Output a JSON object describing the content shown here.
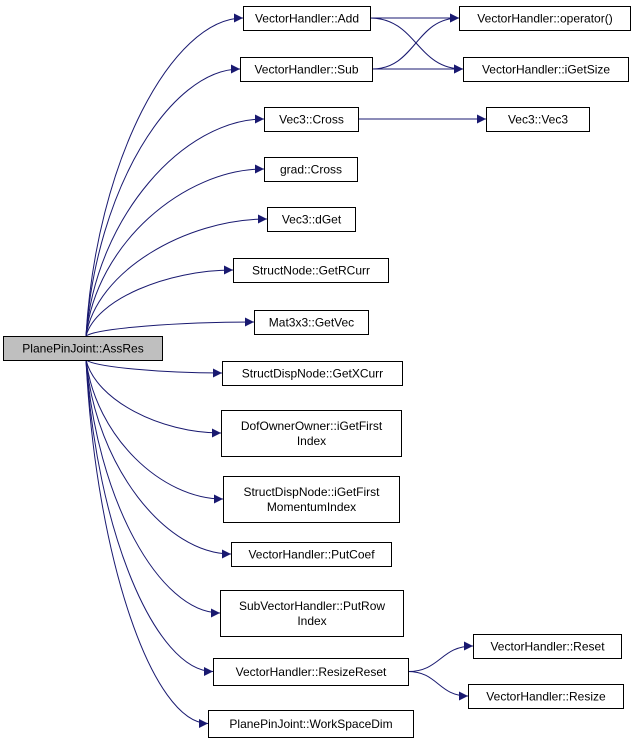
{
  "graph": {
    "edge_color": "#191970",
    "root_fill": "#bfbfbf",
    "nodes": [
      {
        "id": "root",
        "lines": [
          "PlanePinJoint::AssRes"
        ]
      },
      {
        "id": "vh_add",
        "lines": [
          "VectorHandler::Add"
        ]
      },
      {
        "id": "vh_sub",
        "lines": [
          "VectorHandler::Sub"
        ]
      },
      {
        "id": "vh_op",
        "lines": [
          "VectorHandler::operator()"
        ]
      },
      {
        "id": "vh_getsize",
        "lines": [
          "VectorHandler::iGetSize"
        ]
      },
      {
        "id": "vec3_cross",
        "lines": [
          "Vec3::Cross"
        ]
      },
      {
        "id": "vec3_vec3",
        "lines": [
          "Vec3::Vec3"
        ]
      },
      {
        "id": "grad_cross",
        "lines": [
          "grad::Cross"
        ]
      },
      {
        "id": "vec3_dget",
        "lines": [
          "Vec3::dGet"
        ]
      },
      {
        "id": "sn_getrcurr",
        "lines": [
          "StructNode::GetRCurr"
        ]
      },
      {
        "id": "mat_getvec",
        "lines": [
          "Mat3x3::GetVec"
        ]
      },
      {
        "id": "sdn_getxcurr",
        "lines": [
          "StructDispNode::GetXCurr"
        ]
      },
      {
        "id": "doo_first",
        "lines": [
          "DofOwnerOwner::iGetFirst",
          "Index"
        ]
      },
      {
        "id": "sdn_momentum",
        "lines": [
          "StructDispNode::iGetFirst",
          "MomentumIndex"
        ]
      },
      {
        "id": "vh_putcoef",
        "lines": [
          "VectorHandler::PutCoef"
        ]
      },
      {
        "id": "svh_putrow",
        "lines": [
          "SubVectorHandler::PutRow",
          "Index"
        ]
      },
      {
        "id": "vh_resizereset",
        "lines": [
          "VectorHandler::ResizeReset"
        ]
      },
      {
        "id": "vh_reset",
        "lines": [
          "VectorHandler::Reset"
        ]
      },
      {
        "id": "vh_resize",
        "lines": [
          "VectorHandler::Resize"
        ]
      },
      {
        "id": "ppj_workspacedim",
        "lines": [
          "PlanePinJoint::WorkSpaceDim"
        ]
      }
    ],
    "edges": [
      [
        "root",
        "vh_add"
      ],
      [
        "root",
        "vh_sub"
      ],
      [
        "root",
        "vec3_cross"
      ],
      [
        "root",
        "grad_cross"
      ],
      [
        "root",
        "vec3_dget"
      ],
      [
        "root",
        "sn_getrcurr"
      ],
      [
        "root",
        "mat_getvec"
      ],
      [
        "root",
        "sdn_getxcurr"
      ],
      [
        "root",
        "doo_first"
      ],
      [
        "root",
        "sdn_momentum"
      ],
      [
        "root",
        "vh_putcoef"
      ],
      [
        "root",
        "svh_putrow"
      ],
      [
        "root",
        "vh_resizereset"
      ],
      [
        "root",
        "ppj_workspacedim"
      ],
      [
        "vh_add",
        "vh_op"
      ],
      [
        "vh_add",
        "vh_getsize"
      ],
      [
        "vh_sub",
        "vh_op"
      ],
      [
        "vh_sub",
        "vh_getsize"
      ],
      [
        "vec3_cross",
        "vec3_vec3"
      ],
      [
        "vh_resizereset",
        "vh_reset"
      ],
      [
        "vh_resizereset",
        "vh_resize"
      ]
    ]
  }
}
